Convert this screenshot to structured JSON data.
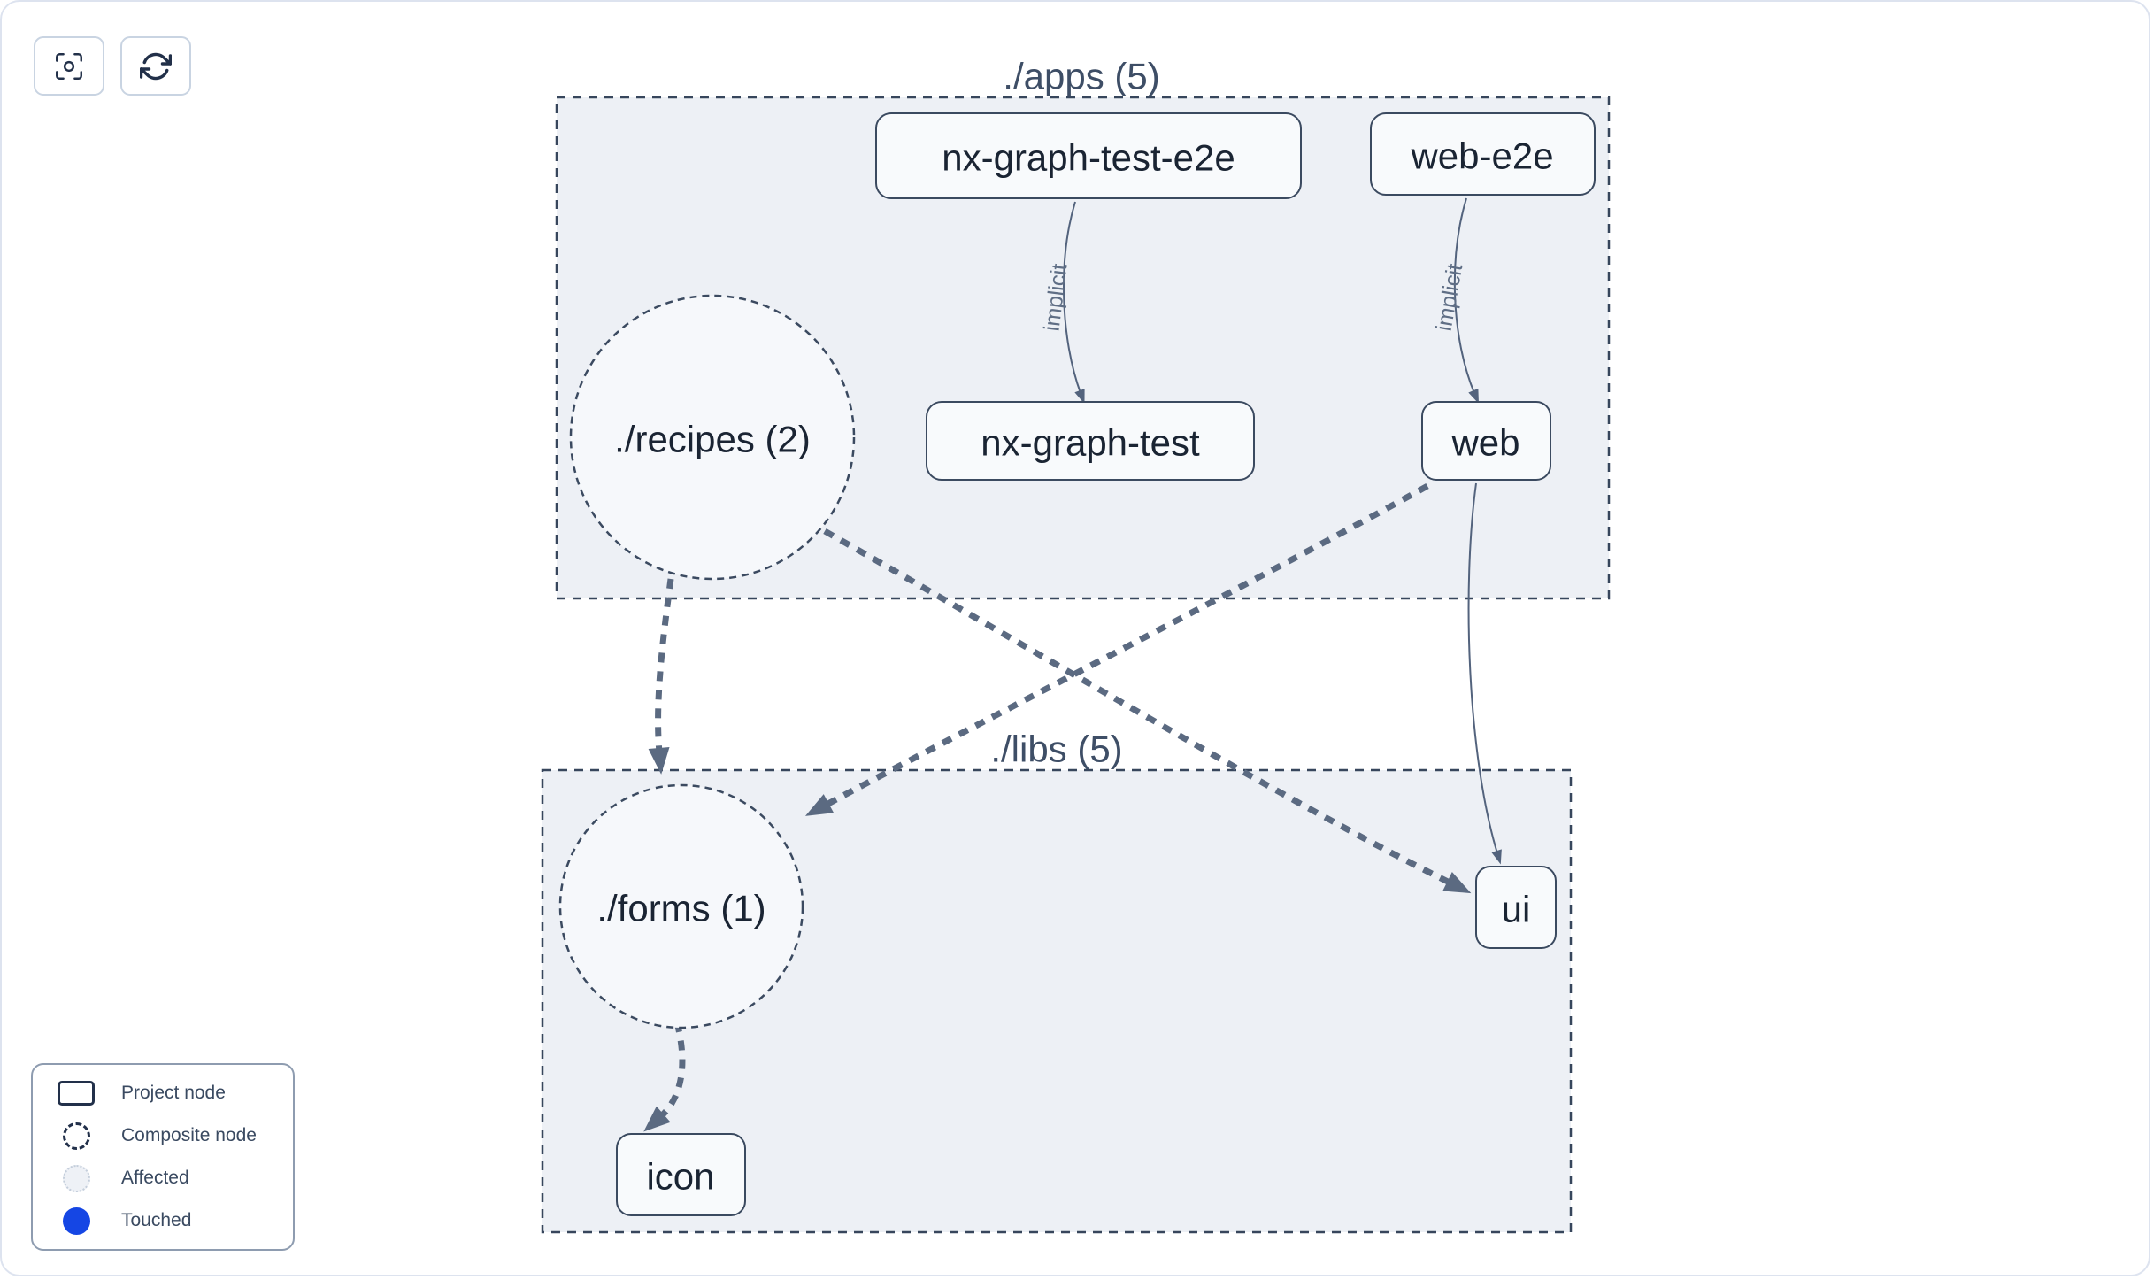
{
  "toolbar": {
    "buttons": [
      {
        "name": "center-graph-button",
        "icon": "focus-target-icon"
      },
      {
        "name": "refresh-graph-button",
        "icon": "refresh-icon"
      }
    ]
  },
  "clusters": {
    "apps": {
      "title": "./apps (5)"
    },
    "libs": {
      "title": "./libs (5)"
    }
  },
  "nodes": {
    "nx_graph_test_e2e": {
      "label": "nx-graph-test-e2e",
      "type": "project"
    },
    "web_e2e": {
      "label": "web-e2e",
      "type": "project"
    },
    "recipes": {
      "label": "./recipes (2)",
      "type": "composite"
    },
    "nx_graph_test": {
      "label": "nx-graph-test",
      "type": "project"
    },
    "web": {
      "label": "web",
      "type": "project"
    },
    "forms": {
      "label": "./forms (1)",
      "type": "composite"
    },
    "ui": {
      "label": "ui",
      "type": "project"
    },
    "icon": {
      "label": "icon",
      "type": "project"
    }
  },
  "edges": [
    {
      "source": "nx-graph-test-e2e",
      "target": "nx-graph-test",
      "type": "implicit",
      "label": "implicit"
    },
    {
      "source": "web-e2e",
      "target": "web",
      "type": "implicit",
      "label": "implicit"
    },
    {
      "source": "./recipes (2)",
      "target": "./forms (1)",
      "type": "dependency"
    },
    {
      "source": "./recipes (2)",
      "target": "ui",
      "type": "dependency"
    },
    {
      "source": "web",
      "target": "./forms (1)",
      "type": "dependency"
    },
    {
      "source": "web",
      "target": "ui",
      "type": "dependency"
    },
    {
      "source": "./forms (1)",
      "target": "icon",
      "type": "dependency"
    }
  ],
  "legend": {
    "items": [
      "Project node",
      "Composite node",
      "Affected",
      "Touched"
    ]
  },
  "colors": {
    "touched_blue": "#1546e4",
    "cluster_fill": "#edf0f5",
    "node_fill": "#f8fafc",
    "node_border": "#3b4a60",
    "edge": "#5b6a81",
    "page_border": "#dde3ef"
  }
}
